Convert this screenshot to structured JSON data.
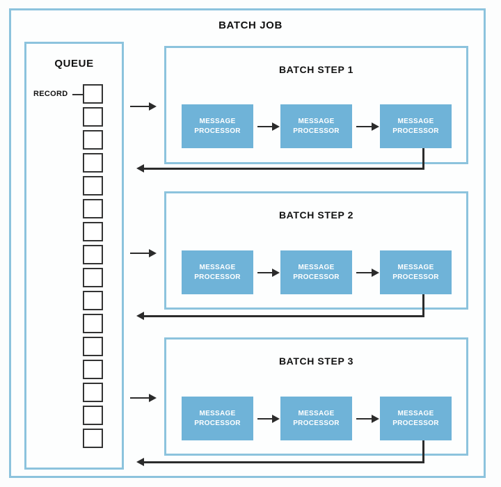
{
  "diagram": {
    "title": "BATCH JOB",
    "background_color": "#fcfdfd",
    "border_color": "#8cc3dd",
    "processor_color": "#6fb3d8",
    "arrow_color": "#2b2b2b",
    "record_border_color": "#333333"
  },
  "queue": {
    "title": "QUEUE",
    "record_label": "RECORD",
    "record_count": 16
  },
  "steps": [
    {
      "title": "BATCH STEP 1",
      "processors": [
        {
          "line1": "MESSAGE",
          "line2": "PROCESSOR"
        },
        {
          "line1": "MESSAGE",
          "line2": "PROCESSOR"
        },
        {
          "line1": "MESSAGE",
          "line2": "PROCESSOR"
        }
      ]
    },
    {
      "title": "BATCH STEP 2",
      "processors": [
        {
          "line1": "MESSAGE",
          "line2": "PROCESSOR"
        },
        {
          "line1": "MESSAGE",
          "line2": "PROCESSOR"
        },
        {
          "line1": "MESSAGE",
          "line2": "PROCESSOR"
        }
      ]
    },
    {
      "title": "BATCH STEP 3",
      "processors": [
        {
          "line1": "MESSAGE",
          "line2": "PROCESSOR"
        },
        {
          "line1": "MESSAGE",
          "line2": "PROCESSOR"
        },
        {
          "line1": "MESSAGE",
          "line2": "PROCESSOR"
        }
      ]
    }
  ]
}
